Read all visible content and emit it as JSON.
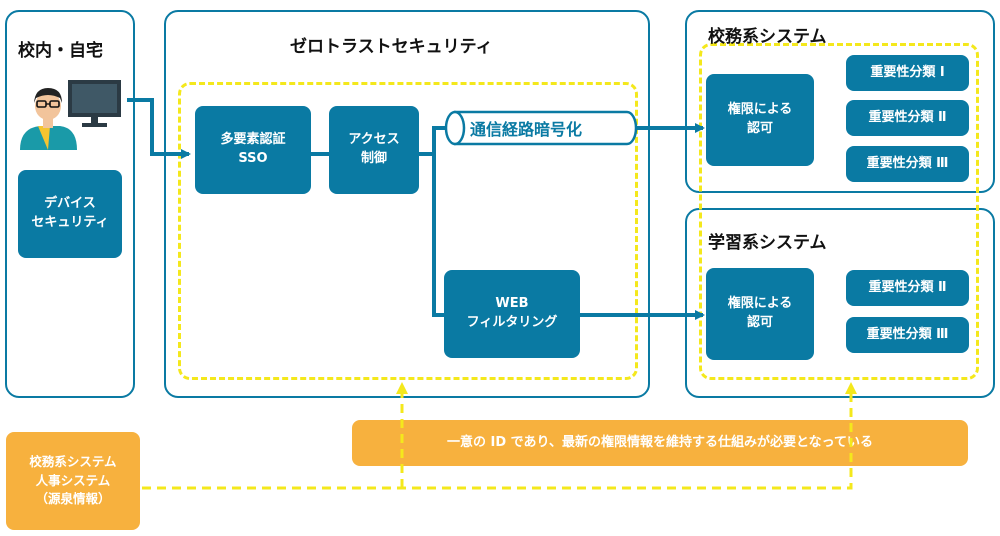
{
  "campus": {
    "title": "校内・自宅",
    "device_security": "デバイス\nセキュリティ"
  },
  "zero_trust": {
    "title": "ゼロトラストセキュリティ",
    "mfa_sso": "多要素認証\nSSO",
    "access_control": "アクセス\n制御",
    "encryption": "通信経路暗号化",
    "web_filtering": "WEB\nフィルタリング"
  },
  "admin_system": {
    "title": "校務系システム",
    "auth": "権限による\n認可",
    "levels": [
      "重要性分類 Ⅰ",
      "重要性分類 Ⅱ",
      "重要性分類 Ⅲ"
    ]
  },
  "learning_system": {
    "title": "学習系システム",
    "auth": "権限による\n認可",
    "levels": [
      "重要性分類 Ⅱ",
      "重要性分類 Ⅲ"
    ]
  },
  "hr_system": {
    "label": "校務系システム\n人事システム\n（源泉情報）"
  },
  "note": {
    "text": "一意の ID であり、最新の権限情報を維持する仕組みが必要となっている"
  },
  "colors": {
    "primary": "#0a7aa3",
    "dash": "#f4e81c",
    "orange": "#f7b13e"
  },
  "icons": {
    "person": "person-icon",
    "monitor": "monitor-icon"
  }
}
